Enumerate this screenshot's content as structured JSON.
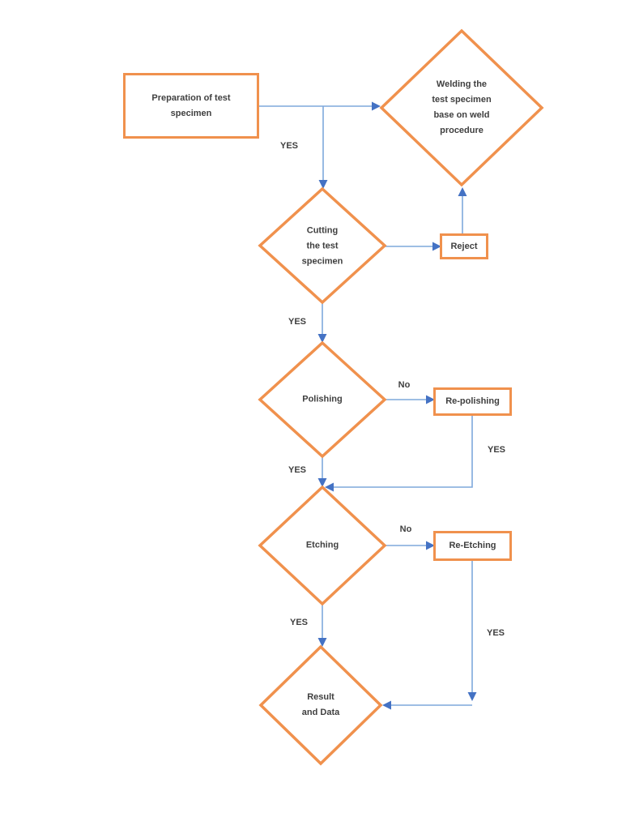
{
  "colors": {
    "shape_border": "#F0914D",
    "connector": "#7FA8DC",
    "arrowhead": "#4472C4",
    "text": "#3F3F3F",
    "background": "#FFFFFF"
  },
  "flowchart": {
    "nodes": {
      "preparation": {
        "type": "rectangle",
        "label": "Preparation of test\nspecimen"
      },
      "welding": {
        "type": "diamond",
        "label": "Welding the\ntest specimen\nbase on weld\nprocedure"
      },
      "cutting": {
        "type": "diamond",
        "label": "Cutting\nthe test\nspecimen"
      },
      "reject": {
        "type": "rectangle",
        "label": "Reject"
      },
      "polishing": {
        "type": "diamond",
        "label": "Polishing"
      },
      "repolishing": {
        "type": "rectangle",
        "label": "Re-polishing"
      },
      "etching": {
        "type": "diamond",
        "label": "Etching"
      },
      "reetching": {
        "type": "rectangle",
        "label": "Re-Etching"
      },
      "result": {
        "type": "diamond",
        "label": "Result\nand Data"
      }
    },
    "edge_labels": {
      "prep_branch_yes": "YES",
      "cutting_yes": "YES",
      "polishing_no": "No",
      "repolishing_yes": "YES",
      "polishing_yes": "YES",
      "etching_no": "No",
      "etching_yes": "YES",
      "reetching_yes": "YES"
    }
  }
}
